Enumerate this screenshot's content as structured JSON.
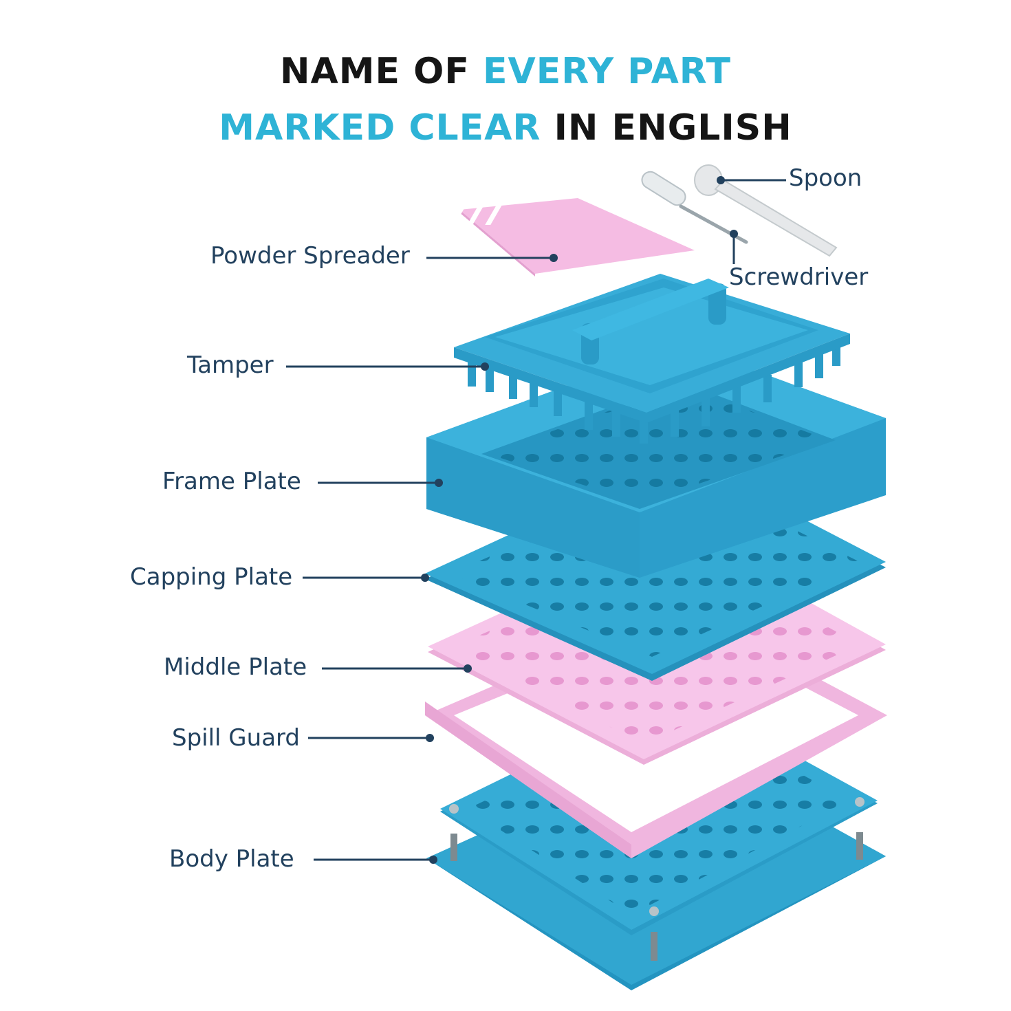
{
  "headline": {
    "line1": {
      "plain": "NAME OF",
      "highlight": "EVERY PART"
    },
    "line2": {
      "highlight": "MARKED CLEAR",
      "plain": "IN ENGLISH"
    }
  },
  "parts": {
    "spoon": "Spoon",
    "screwdriver": "Screwdriver",
    "powder_spreader": "Powder Spreader",
    "tamper": "Tamper",
    "frame_plate": "Frame Plate",
    "capping_plate": "Capping Plate",
    "middle_plate": "Middle Plate",
    "spill_guard": "Spill Guard",
    "body_plate": "Body Plate"
  },
  "colors": {
    "headline_dark": "#151515",
    "headline_accent": "#2eb3d6",
    "label_text": "#22415e",
    "leader_line": "#22415e",
    "blue_part": "#2fa5cd",
    "pink_part": "#f2b9e1"
  }
}
